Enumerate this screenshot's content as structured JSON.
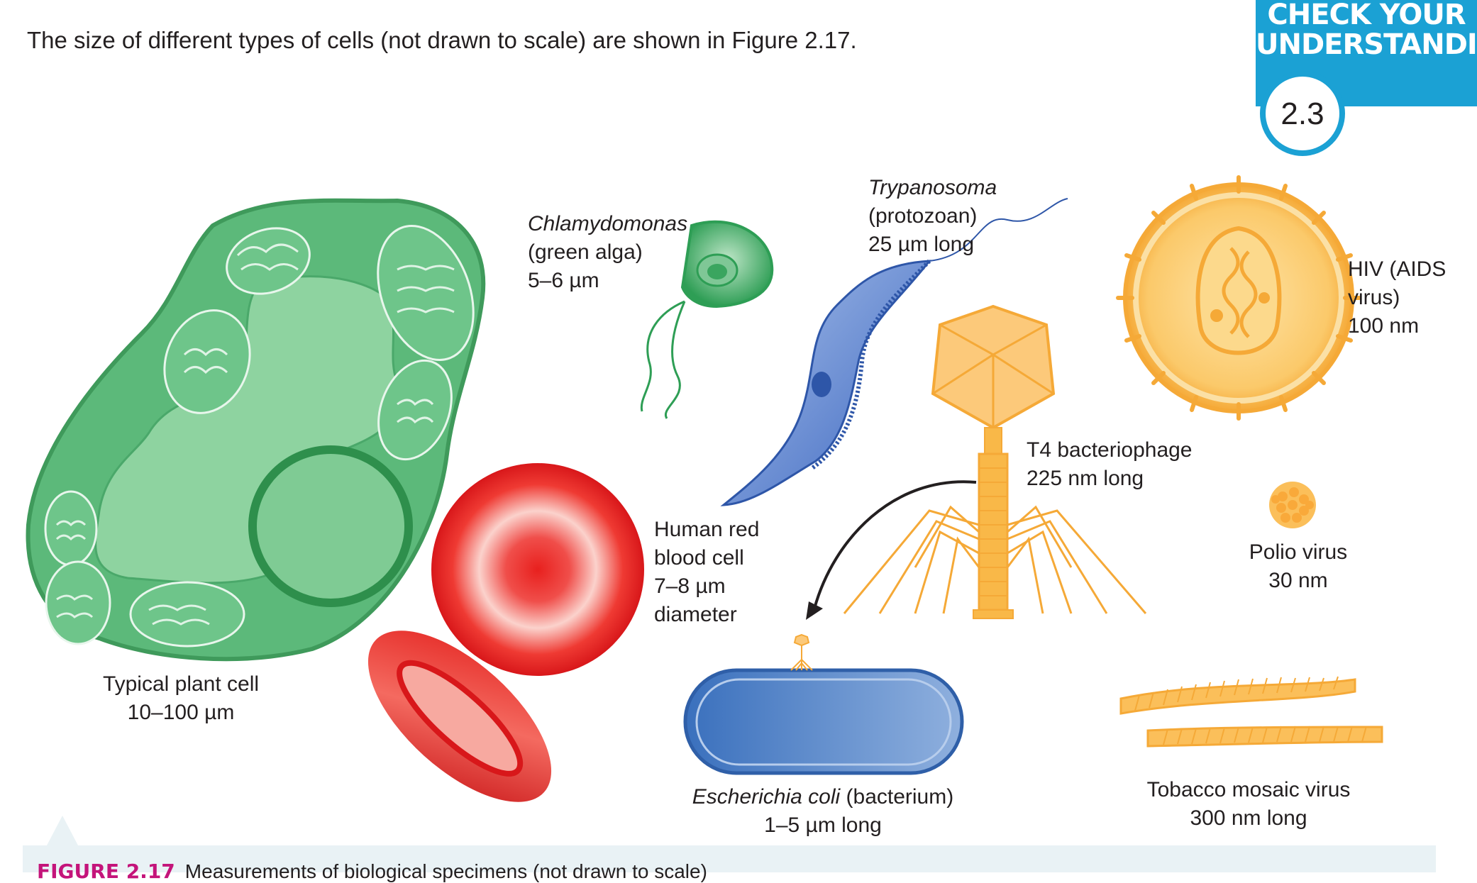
{
  "intro_text": "The size of different types of cells (not drawn to scale) are shown in Figure 2.17.",
  "badge": {
    "line1": "CHECK YOUR",
    "line2": "UNDERSTANDING",
    "number": "2.3",
    "color": "#1ba1d4"
  },
  "specimens": {
    "plant_cell": {
      "name": "Typical plant cell",
      "size": "10–100 µm"
    },
    "chlamydomonas": {
      "name": "Chlamydomonas",
      "type": "(green alga)",
      "size": "5–6 µm"
    },
    "trypanosoma": {
      "name": "Trypanosoma",
      "type": "(protozoan)",
      "size": "25 µm long"
    },
    "hiv": {
      "line1": "HIV (AIDS",
      "line2": "virus)",
      "size": "100 nm"
    },
    "t4": {
      "name": "T4 bacteriophage",
      "size": "225 nm long"
    },
    "red_blood_cell": {
      "line1": "Human red",
      "line2": "blood cell",
      "size": "7–8 µm",
      "line4": "diameter"
    },
    "polio": {
      "name": "Polio virus",
      "size": "30 nm"
    },
    "ecoli": {
      "name": "Escherichia coli",
      "type": " (bacterium)",
      "size": "1–5 µm long"
    },
    "tmv": {
      "name": "Tobacco mosaic virus",
      "size": "300 nm long"
    }
  },
  "caption": {
    "figure_number": "FIGURE 2.17",
    "text": "Measurements of biological specimens (not drawn to scale)",
    "figure_color": "#c4147a"
  },
  "colors": {
    "plant": "#5cb97a",
    "red_cell": "#e8201e",
    "ecoli": "#3f78c2",
    "virus": "#f6a623"
  }
}
